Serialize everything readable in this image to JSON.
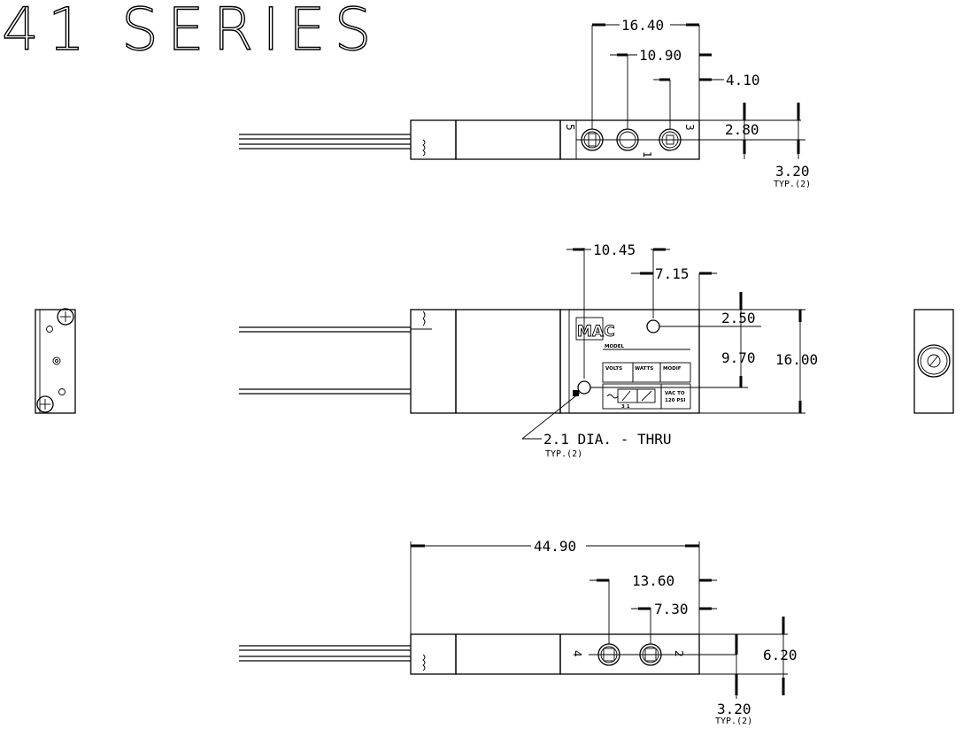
{
  "title": "41 SERIES",
  "top_view": {
    "dims": [
      "16.40",
      "10.90",
      "4.10",
      "2.80",
      "3.20"
    ],
    "typ_note": "TYP.(2)",
    "port_labels": [
      "5",
      "3",
      "1"
    ]
  },
  "mid_view": {
    "dims": [
      "10.45",
      "7.15",
      "2.50",
      "9.70",
      "16.00"
    ],
    "hole_note": "2.1 DIA. - THRU",
    "typ_note": "TYP.(2)",
    "label": {
      "logo": "MAC",
      "model": "MODEL",
      "volts": "VOLTS",
      "watts": "WATTS",
      "modif": "MODIF",
      "pressure_1": "VAC TO",
      "pressure_2": "120 PSI",
      "ports": "3 1"
    }
  },
  "bottom_view": {
    "dims": [
      "44.90",
      "13.60",
      "7.30",
      "6.20",
      "3.20"
    ],
    "typ_note": "TYP.(2)",
    "port_labels": [
      "4",
      "2"
    ]
  },
  "icons": {
    "screw": "phillips-screw-icon",
    "port": "port-fitting-icon"
  }
}
